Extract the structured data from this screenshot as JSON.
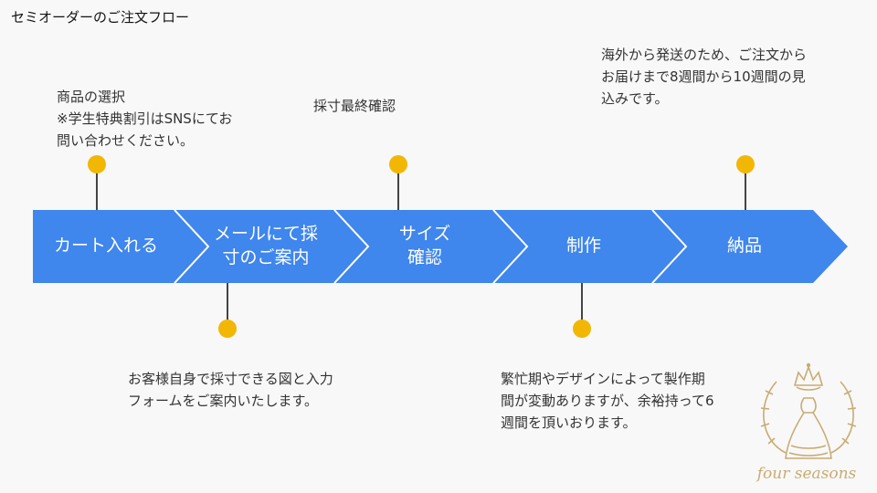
{
  "title": "セミオーダーのご注文フロー",
  "colors": {
    "arrow": "#3f86ed",
    "chevron": "#ffffff",
    "dot": "#f2b705",
    "logo": "#c9ab73"
  },
  "steps": [
    {
      "label": "カート入れる"
    },
    {
      "label": "メールにて採\n寸のご案内"
    },
    {
      "label": "サイズ\n確認"
    },
    {
      "label": "制作"
    },
    {
      "label": "納品"
    }
  ],
  "notes": [
    {
      "text": "商品の選択\n※学生特典割引はSNSにてお\n問い合わせください。"
    },
    {
      "text": "お客様自身で採寸できる図と入力\nフォームをご案内いたします。"
    },
    {
      "text": "採寸最終確認"
    },
    {
      "text": "繁忙期やデザインによって製作期\n間が変動ありますが、余裕持って6\n週間を頂いおります。"
    },
    {
      "text": "海外から発送のため、ご注文から\nお届けまで8週間から10週間の見\n込みです。"
    }
  ],
  "logo": {
    "text": "four seasons",
    "icon": "crowned-dress-wreath-icon"
  }
}
